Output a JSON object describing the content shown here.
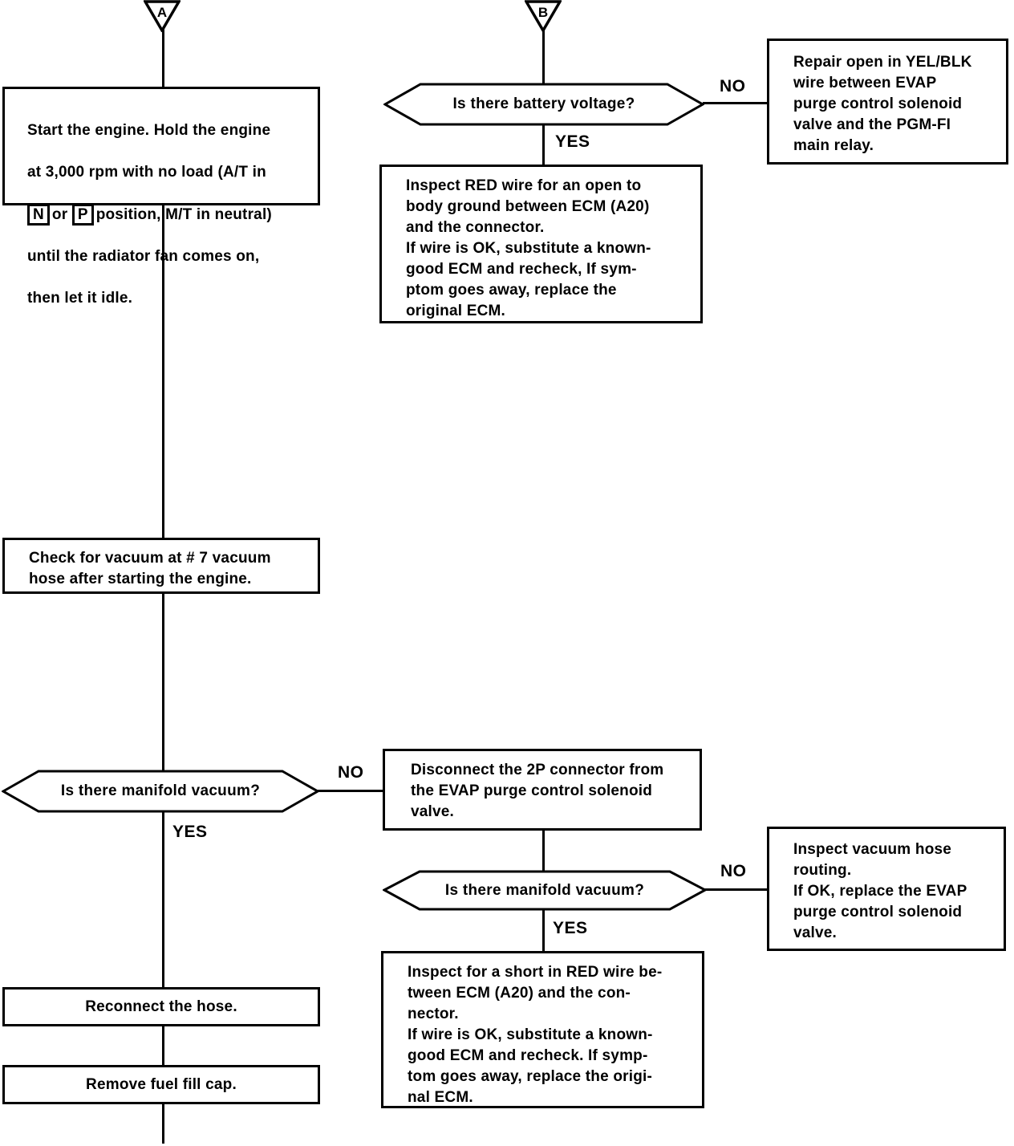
{
  "colors": {
    "ink": "#000000",
    "paper": "#ffffff"
  },
  "labels": {
    "yes": "YES",
    "no": "NO"
  },
  "connectors": {
    "a": "A",
    "b": "B"
  },
  "nodes": {
    "start_engine": {
      "line1": "Start the engine. Hold the engine",
      "line2": "at 3,000 rpm with no load (A/T in",
      "n_key": "N",
      "or_word": "or",
      "p_key": "P",
      "line3_rest": "position, M/T in neutral)",
      "line4": "until the radiator fan comes on,",
      "line5": "then let it idle."
    },
    "battery_question": "Is there battery voltage?",
    "repair_yel_blk": "Repair open in YEL/BLK\nwire between EVAP\npurge control solenoid\nvalve and the PGM-FI\nmain relay.",
    "inspect_red_open": "Inspect RED wire for an open to\nbody ground between ECM (A20)\nand the connector.\nIf wire is OK, substitute a known-\ngood ECM and recheck, If sym-\nptom goes away, replace the\noriginal ECM.",
    "check_vacuum": "Check for vacuum at # 7 vacuum\nhose after starting the engine.",
    "manifold_question_1": "Is there manifold vacuum?",
    "disconnect_2p": "Disconnect the 2P connector from\nthe EVAP purge control solenoid\nvalve.",
    "manifold_question_2": "Is there manifold vacuum?",
    "inspect_hose_routing": "Inspect vacuum hose\nrouting.\nIf OK, replace the EVAP\npurge control solenoid\nvalve.",
    "inspect_red_short": "Inspect for a short in RED wire be-\ntween ECM (A20) and the con-\nnector.\nIf wire is OK, substitute a known-\ngood ECM and recheck. If symp-\ntom goes away, replace the origi-\nnal ECM.",
    "reconnect_hose": "Reconnect the hose.",
    "remove_fuel_cap": "Remove fuel fill cap."
  }
}
